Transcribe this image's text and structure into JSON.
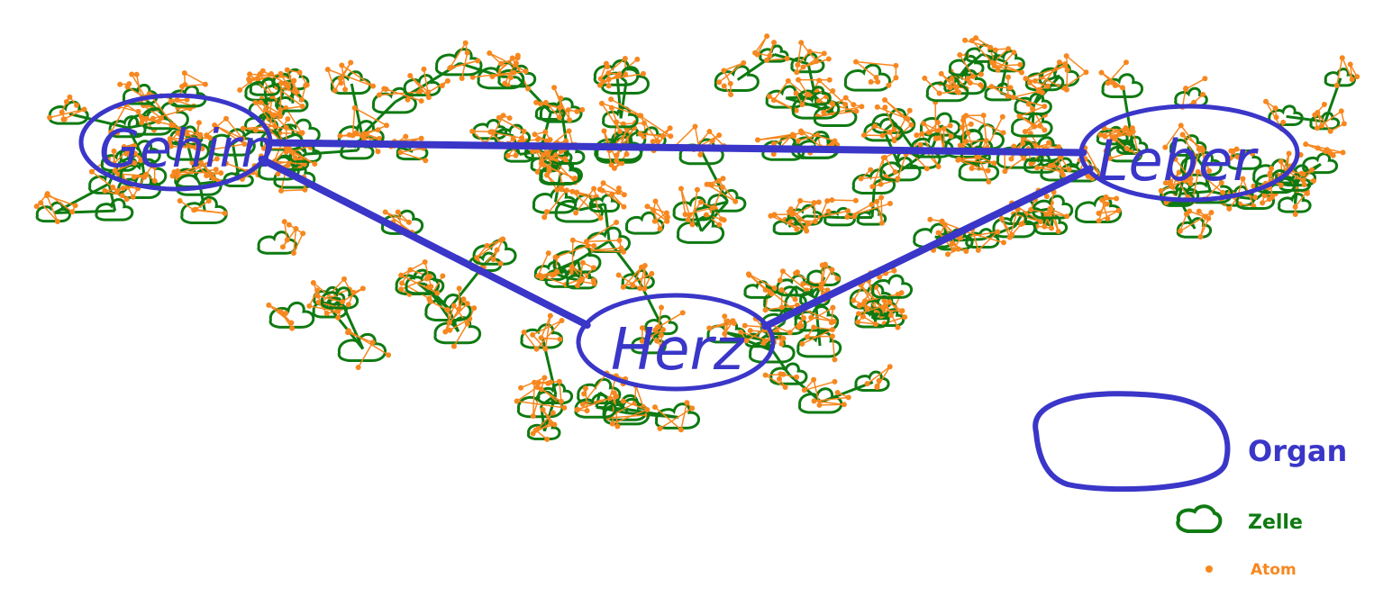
{
  "organs": [
    {
      "id": "gehirn",
      "label": "Gehirn"
    },
    {
      "id": "leber",
      "label": "Leber"
    },
    {
      "id": "herz",
      "label": "Herz"
    }
  ],
  "organ_links": [
    {
      "from": "gehirn",
      "to": "leber"
    },
    {
      "from": "gehirn",
      "to": "herz"
    },
    {
      "from": "herz",
      "to": "leber"
    }
  ],
  "legend": {
    "organ": "Organ",
    "cell": "Zelle",
    "atom": "Atom"
  },
  "colors": {
    "organ": "#3a36c8",
    "cell": "#0f7a12",
    "atom": "#f7871e",
    "background": "#ffffff"
  }
}
